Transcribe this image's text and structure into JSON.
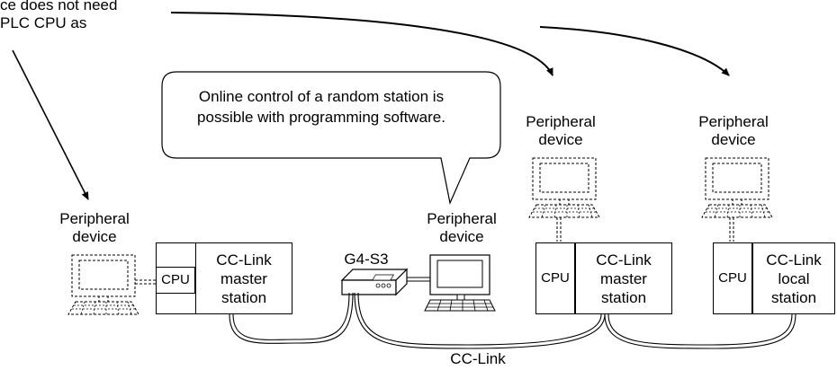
{
  "note": {
    "line1": "ce does not need",
    "line2": "PLC CPU as"
  },
  "bubble": {
    "line1": "Online control of a random station is",
    "line2": "possible with programming software."
  },
  "peripheral": {
    "left": [
      "Peripheral",
      "device"
    ],
    "middle": [
      "Peripheral",
      "device"
    ],
    "station2": [
      "Peripheral",
      "device"
    ],
    "station3": [
      "Peripheral",
      "device"
    ]
  },
  "stations": [
    {
      "cpu": "CPU",
      "lines": [
        "CC-Link",
        "master",
        "station"
      ]
    },
    {
      "cpu": "CPU",
      "lines": [
        "CC-Link",
        "master",
        "station"
      ]
    },
    {
      "cpu": "CPU",
      "lines": [
        "CC-Link",
        "local",
        "station"
      ]
    }
  ],
  "module": {
    "name": "G4-S3"
  },
  "network": {
    "name": "CC-Link"
  },
  "icons": [
    "computer-icon",
    "g4-s3-module-icon",
    "arrow-icon"
  ]
}
